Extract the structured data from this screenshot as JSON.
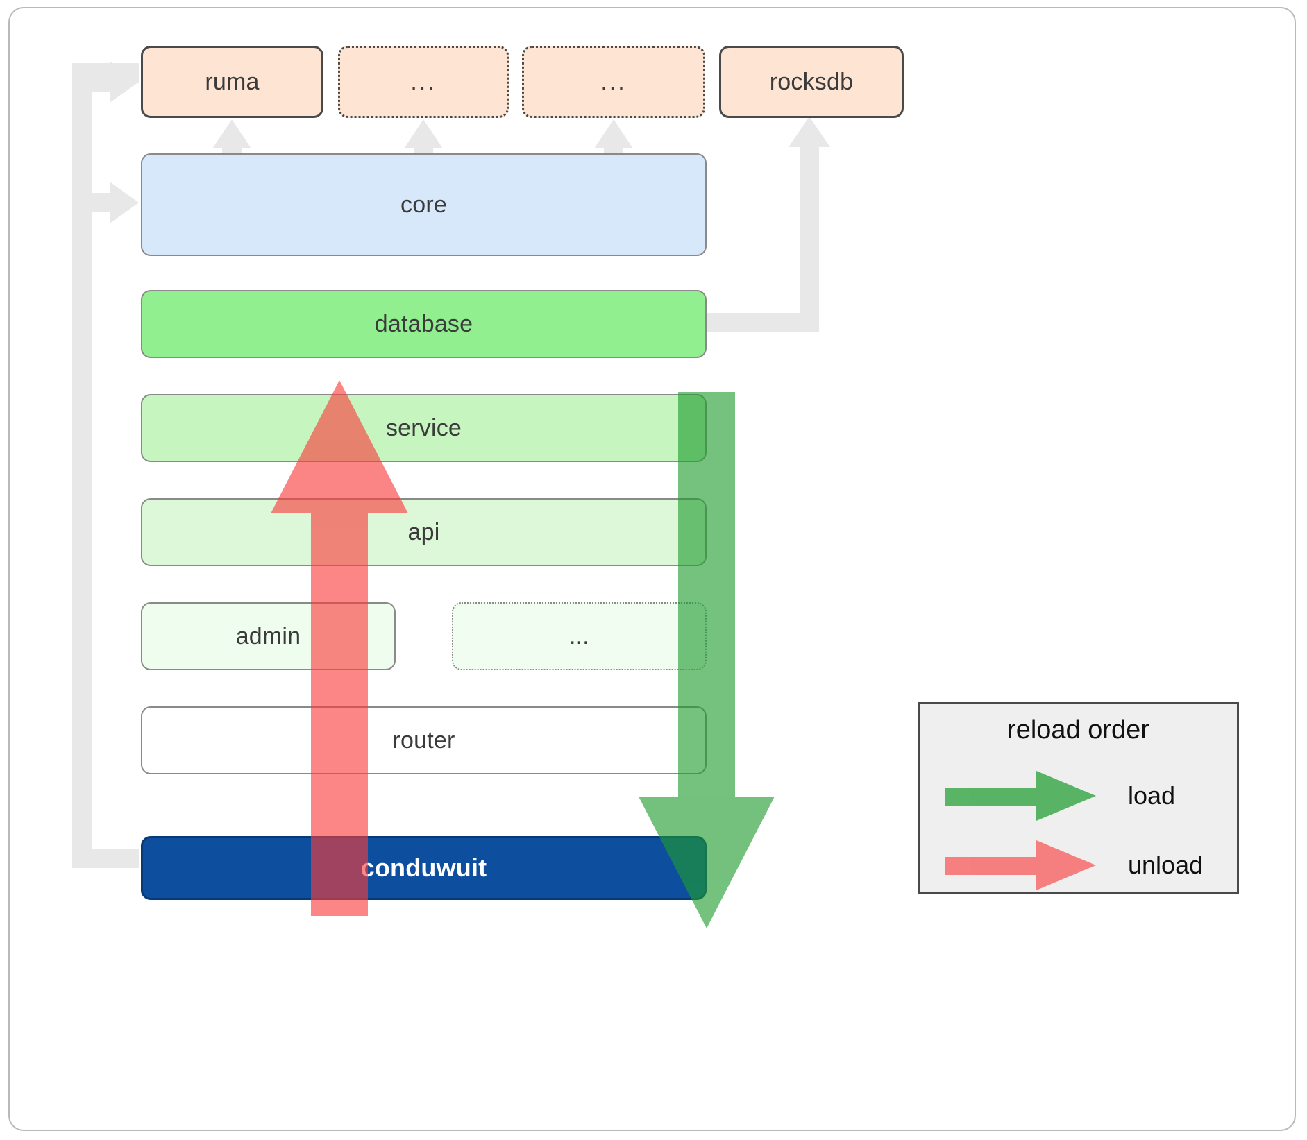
{
  "diagram": {
    "title": "conduwuit crate dependency / reload order diagram",
    "dependencies": [
      {
        "id": "ruma",
        "label": "ruma",
        "border": "solid",
        "fill": "#fde4d3"
      },
      {
        "id": "dep1",
        "label": "...",
        "border": "dotted",
        "fill": "#fde4d3"
      },
      {
        "id": "dep2",
        "label": "...",
        "border": "dotted",
        "fill": "#fde4d3"
      },
      {
        "id": "rocksdb",
        "label": "rocksdb",
        "border": "solid",
        "fill": "#fde4d3"
      }
    ],
    "layers": [
      {
        "id": "core",
        "label": "core",
        "fill": "#d7e8fb"
      },
      {
        "id": "database",
        "label": "database",
        "fill": "#92ef90"
      },
      {
        "id": "service",
        "label": "service",
        "fill": "#c6f5bf"
      },
      {
        "id": "api",
        "label": "api",
        "fill": "#ddf8d8"
      },
      {
        "id": "admin",
        "label": "admin",
        "fill": "#eefdee"
      },
      {
        "id": "more",
        "label": "...",
        "fill": "#f2fdf2"
      },
      {
        "id": "router",
        "label": "router",
        "fill": "#ffffff"
      }
    ],
    "binary": {
      "id": "conduwuit",
      "label": "conduwuit",
      "fill": "#0d4f9e"
    },
    "legend": {
      "title": "reload order",
      "items": [
        {
          "id": "load",
          "label": "load",
          "color": "#4caf50",
          "direction": "down"
        },
        {
          "id": "unload",
          "label": "unload",
          "color": "#fa6b6b",
          "direction": "up"
        }
      ]
    },
    "colors": {
      "load_green": "#4caf50",
      "unload_red": "#fa6b6b",
      "connector_gray": "#e8e8e8",
      "panel_border": "#b9b9b9",
      "binary_blue": "#0d4f9e"
    }
  }
}
